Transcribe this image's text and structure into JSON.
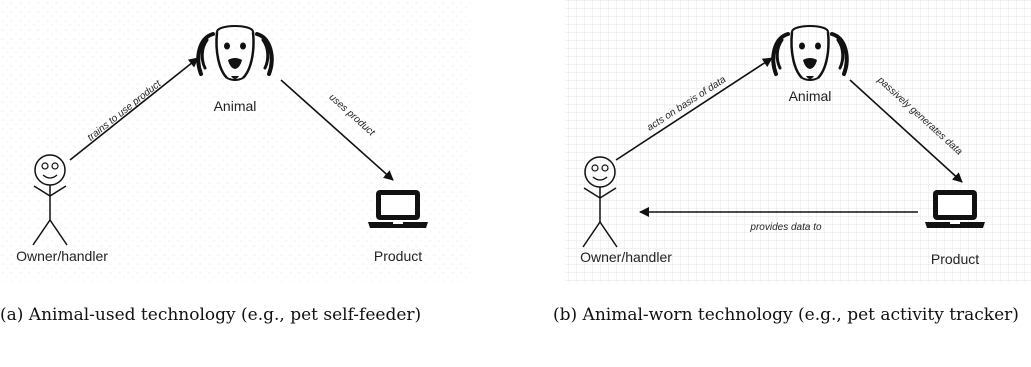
{
  "panels": [
    {
      "nodes": {
        "animal": "Animal",
        "owner": "Owner/handler",
        "product": "Product"
      },
      "edges": {
        "owner_to_animal": "trains to use product",
        "animal_to_product": "uses product"
      },
      "caption": "(a) Animal-used technology (e.g., pet self-feeder)"
    },
    {
      "nodes": {
        "animal": "Animal",
        "owner": "Owner/handler",
        "product": "Product"
      },
      "edges": {
        "owner_to_animal": "acts on basis of data",
        "animal_to_product": "passively generates data",
        "product_to_owner": "provides data to"
      },
      "caption": "(b) Animal-worn technology (e.g., pet activity tracker)"
    }
  ],
  "icons": {
    "animal": "dog-face-icon",
    "owner": "stick-figure-icon",
    "product": "laptop-icon"
  },
  "colors": {
    "stroke": "#111111",
    "grid": "#e6e6e6",
    "background": "#ffffff"
  }
}
